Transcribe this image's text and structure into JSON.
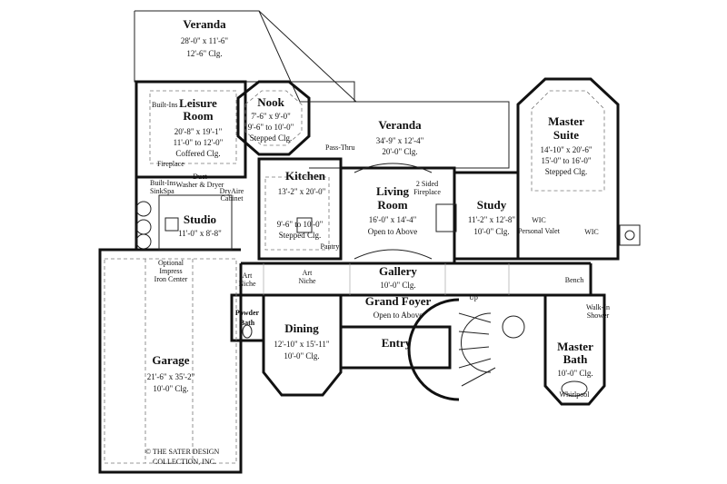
{
  "rooms": {
    "veranda_top": {
      "name": "Veranda",
      "dims": "28'-0\" x 11'-6\"",
      "clg": "12'-6\" Clg."
    },
    "leisure": {
      "name1": "Leisure",
      "name2": "Room",
      "dims": "20'-8\" x 19'-1\"",
      "clg1": "11'-0\" to 12'-0\"",
      "clg2": "Coffered Clg."
    },
    "nook": {
      "name": "Nook",
      "dims": "7'-6\" x 9'-0\"",
      "clg1": "9'-6\" to 10'-0\"",
      "clg2": "Stepped Clg."
    },
    "veranda_mid": {
      "name": "Veranda",
      "dims": "34'-9\" x 12'-4\"",
      "clg": "20'-0\" Clg."
    },
    "master_suite": {
      "name1": "Master",
      "name2": "Suite",
      "dims": "14'-10\" x 20'-6\"",
      "clg1": "15'-0\" to 16'-0\"",
      "clg2": "Stepped Clg."
    },
    "kitchen": {
      "name": "Kitchen",
      "dims": "13'-2\" x 20'-0\"",
      "clg1": "9'-6\" to 10'-0\"",
      "clg2": "Stepped Clg."
    },
    "living": {
      "name1": "Living",
      "name2": "Room",
      "dims": "16'-0\" x 14'-4\"",
      "clg": "Open to Above"
    },
    "study": {
      "name": "Study",
      "dims": "11'-2\" x 12'-8\"",
      "clg": "10'-0\" Clg."
    },
    "studio": {
      "name": "Studio",
      "dims": "11'-0\" x 8'-8\""
    },
    "gallery": {
      "name": "Gallery",
      "clg": "10'-0\" Clg."
    },
    "grand_foyer": {
      "name": "Grand Foyer",
      "clg": "Open to Above"
    },
    "dining": {
      "name": "Dining",
      "dims": "12'-10\" x 15'-11\"",
      "clg": "10'-0\" Clg."
    },
    "entry": {
      "name": "Entry"
    },
    "garage": {
      "name": "Garage",
      "dims": "21'-6\" x 35'-2\"",
      "clg": "10'-0\" Clg."
    },
    "master_bath": {
      "name1": "Master",
      "name2": "Bath",
      "clg": "10'-0\" Clg."
    },
    "powder_bath": {
      "name1": "Powder",
      "name2": "Bath"
    }
  },
  "labels": {
    "built_ins_top": "Built-Ins",
    "fireplace": "Fireplace",
    "built_ins_bottom": "Built-Ins",
    "sink_spa": "SinkSpa",
    "duct": "Duct",
    "washer_dryer": "Washer & Dryer",
    "dryaire": "DryAire",
    "cabinet": "Cabinet",
    "pass_thru": "Pass-Thru",
    "two_sided1": "2 Sided",
    "two_sided2": "Fireplace",
    "pantry": "Pantry",
    "wic_left": "WIC",
    "personal_valet": "Personal Valet",
    "wic_right": "WIC",
    "optional": "Optional",
    "impress": "Impress",
    "iron_center": "Iron Center",
    "art_niche_left1": "Art",
    "art_niche_left2": "Niche",
    "art_niche_right1": "Art",
    "art_niche_right2": "Niche",
    "up": "Up",
    "bench": "Bench",
    "walk_in1": "Walk-In",
    "walk_in2": "Shower",
    "whirlpool": "Whirlpool"
  },
  "copyright": {
    "line1": "© THE SATER DESIGN",
    "line2": "COLLECTION, INC."
  }
}
